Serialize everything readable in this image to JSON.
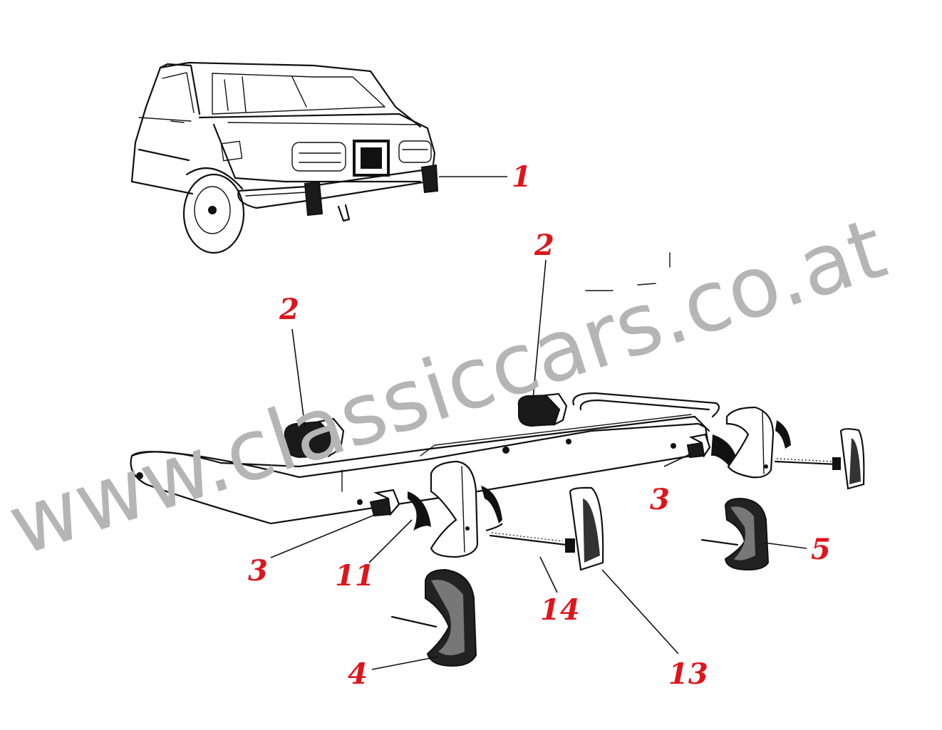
{
  "watermark": "www.classiccars.co.at",
  "callouts": [
    {
      "id": "c1",
      "label": "1"
    },
    {
      "id": "c2a",
      "label": "2"
    },
    {
      "id": "c2b",
      "label": "2"
    },
    {
      "id": "c3a",
      "label": "3"
    },
    {
      "id": "c3b",
      "label": "3"
    },
    {
      "id": "c4",
      "label": "4"
    },
    {
      "id": "c5",
      "label": "5"
    },
    {
      "id": "c11",
      "label": "11"
    },
    {
      "id": "c13",
      "label": "13"
    },
    {
      "id": "c14",
      "label": "14"
    }
  ],
  "colors": {
    "callout": "#e0141b",
    "watermark": "#b5b5b5",
    "ink": "#111111"
  }
}
